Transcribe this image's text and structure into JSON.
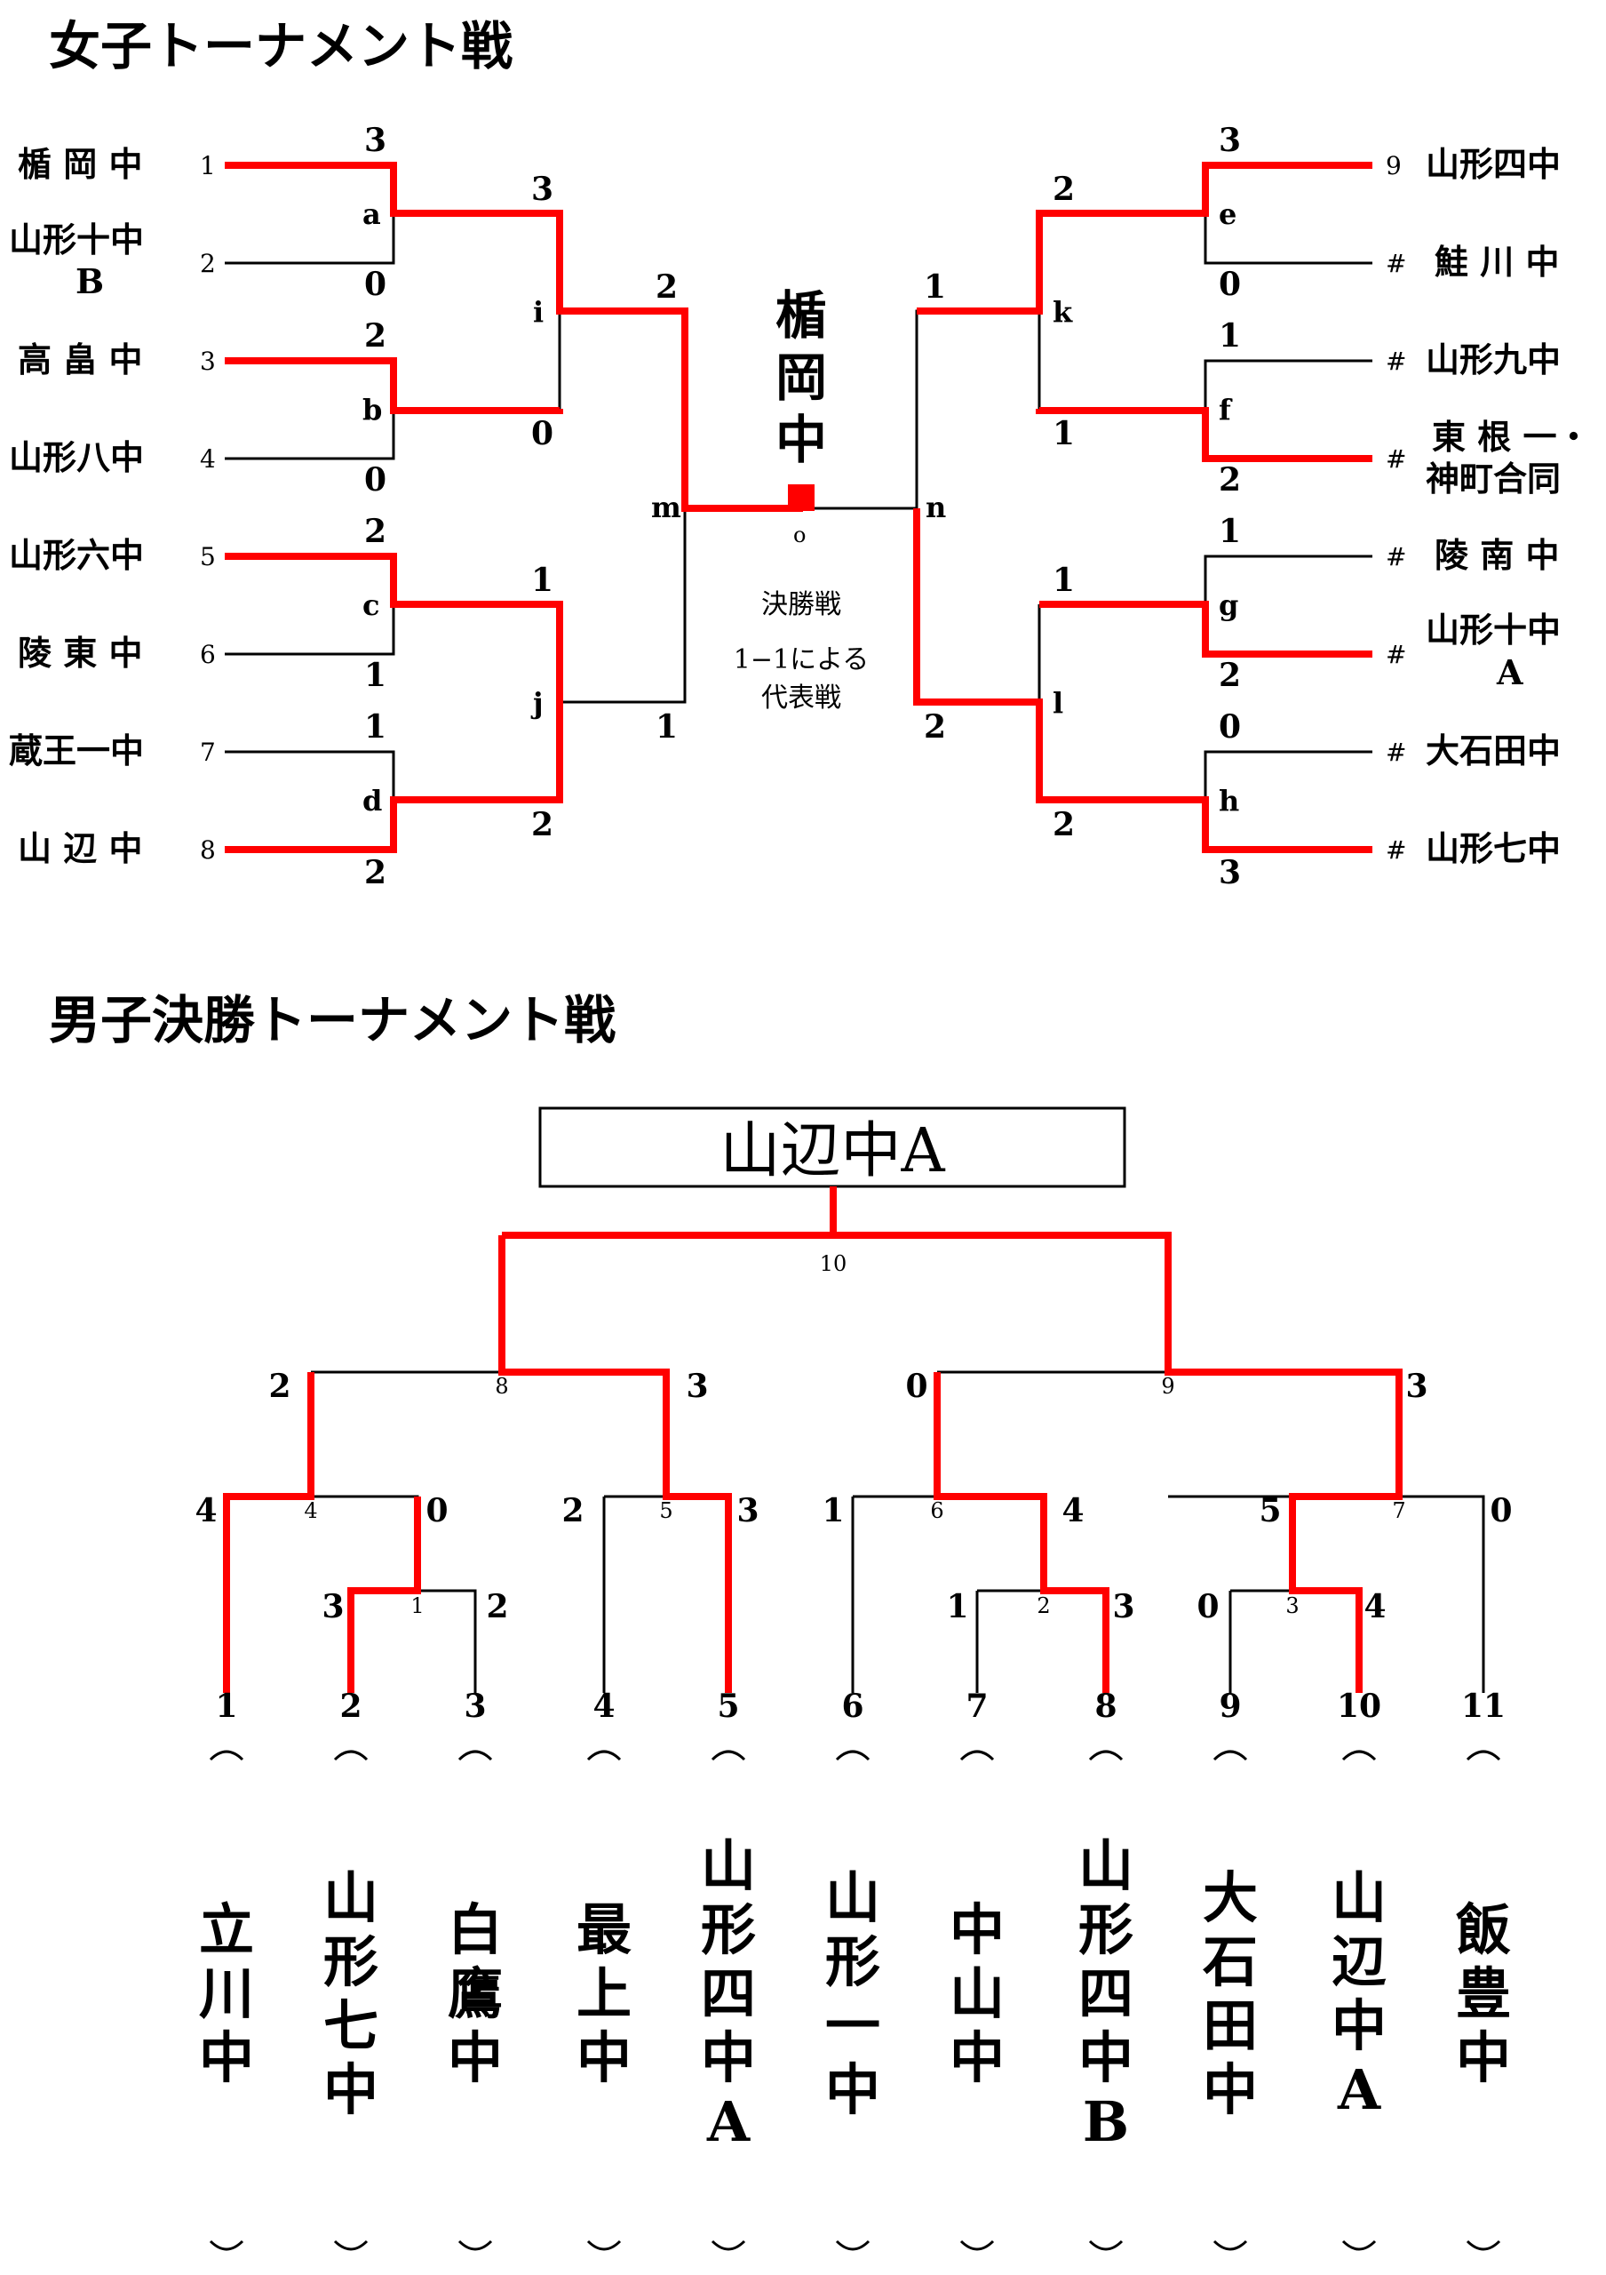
{
  "girls": {
    "title": "女子トーナメント戦",
    "left_teams": [
      {
        "name": "楯 岡 中",
        "seed": "1"
      },
      {
        "name": "山形十中",
        "name2": "B",
        "seed": "2"
      },
      {
        "name": "高 畠 中",
        "seed": "3"
      },
      {
        "name": "山形八中",
        "seed": "4"
      },
      {
        "name": "山形六中",
        "seed": "5"
      },
      {
        "name": "陵 東 中",
        "seed": "6"
      },
      {
        "name": "蔵王一中",
        "seed": "7"
      },
      {
        "name": "山 辺 中",
        "seed": "8"
      }
    ],
    "right_teams": [
      {
        "name": "山形四中",
        "seed": "9"
      },
      {
        "name": "鮭 川 中",
        "seed": "#"
      },
      {
        "name": "山形九中",
        "seed": "#"
      },
      {
        "name": "東 根 一・",
        "name2": "神町合同",
        "seed": "#"
      },
      {
        "name": "陵 南 中",
        "seed": "#"
      },
      {
        "name": "山形十中",
        "name2": "A",
        "seed": "#"
      },
      {
        "name": "大石田中",
        "seed": "#"
      },
      {
        "name": "山形七中",
        "seed": "#"
      }
    ],
    "match_labels": {
      "a": "a",
      "b": "b",
      "c": "c",
      "d": "d",
      "e": "e",
      "f": "f",
      "g": "g",
      "h": "h",
      "i": "i",
      "j": "j",
      "k": "k",
      "l": "l",
      "m": "m",
      "n": "n",
      "o": "o"
    },
    "scores": {
      "a_top": "3",
      "a_bot": "0",
      "b_top": "2",
      "b_bot": "0",
      "c_top": "2",
      "c_bot": "1",
      "d_top": "1",
      "d_bot": "2",
      "i_top": "3",
      "i_bot": "0",
      "j_top": "1",
      "j_bot": "2",
      "m_top": "2",
      "m_bot": "1",
      "e_top": "3",
      "e_bot": "0",
      "f_top": "1",
      "f_bot": "2",
      "g_top": "1",
      "g_bot": "2",
      "h_top": "0",
      "h_bot": "3",
      "k_top": "2",
      "k_bot": "1",
      "l_top": "1",
      "l_bot": "2",
      "n_top": "1",
      "n_bot": "2"
    },
    "champion": [
      "楯",
      "岡",
      "中"
    ],
    "final_note": [
      "決勝戦",
      "1−1による",
      "代表戦"
    ]
  },
  "boys": {
    "title": "男子決勝トーナメント戦",
    "champion": "山辺中A",
    "match_numbers": {
      "m1": "1",
      "m2": "2",
      "m3": "3",
      "m4": "4",
      "m5": "5",
      "m6": "6",
      "m7": "7",
      "m8": "8",
      "m9": "9",
      "m10": "10"
    },
    "scores": {
      "m1_l": "3",
      "m1_r": "2",
      "m2_l": "1",
      "m2_r": "3",
      "m3_l": "0",
      "m3_r": "4",
      "m4_l": "4",
      "m4_r": "0",
      "m5_l": "2",
      "m5_r": "3",
      "m6_l": "1",
      "m6_r": "4",
      "m7_l": "5",
      "m7_r": "0",
      "m8_l": "2",
      "m8_r": "3",
      "m9_l": "0",
      "m9_r": "3"
    },
    "slots": [
      "1",
      "2",
      "3",
      "4",
      "5",
      "6",
      "7",
      "8",
      "9",
      "10",
      "11"
    ],
    "teams": [
      [
        "立",
        "川",
        "中"
      ],
      [
        "山",
        "形",
        "七",
        "中"
      ],
      [
        "白",
        "鷹",
        "中"
      ],
      [
        "最",
        "上",
        "中"
      ],
      [
        "山",
        "形",
        "四",
        "中",
        "A"
      ],
      [
        "山",
        "形",
        "一",
        "中"
      ],
      [
        "中",
        "山",
        "中"
      ],
      [
        "山",
        "形",
        "四",
        "中",
        "B"
      ],
      [
        "大",
        "石",
        "田",
        "中"
      ],
      [
        "山",
        "辺",
        "中",
        "A"
      ],
      [
        "飯",
        "豊",
        "中"
      ]
    ]
  },
  "colors": {
    "winner_line": "#ff0000",
    "line": "#000000"
  }
}
